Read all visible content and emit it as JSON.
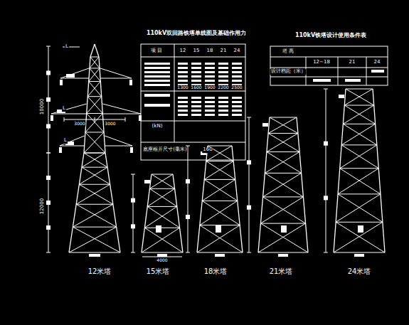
{
  "diagram": {
    "labels": [
      "110kV双回路铁塔单线图及基础作用力",
      "110kV铁塔设计使用条件表",
      "项 目",
      "12",
      "15",
      "18",
      "21",
      "24",
      "1300",
      "1600",
      "1900",
      "2200",
      "2500",
      "(kN)",
      "底座根开尺寸(毫米)",
      "160",
      "塔 高",
      "12~18",
      "21",
      "24",
      "设计档距（米）",
      "10000",
      "12000",
      "3000",
      "3000",
      "4000",
      "L",
      "L",
      "L",
      "12米塔",
      "15米塔",
      "18米塔",
      "21米塔",
      "24米塔"
    ]
  }
}
